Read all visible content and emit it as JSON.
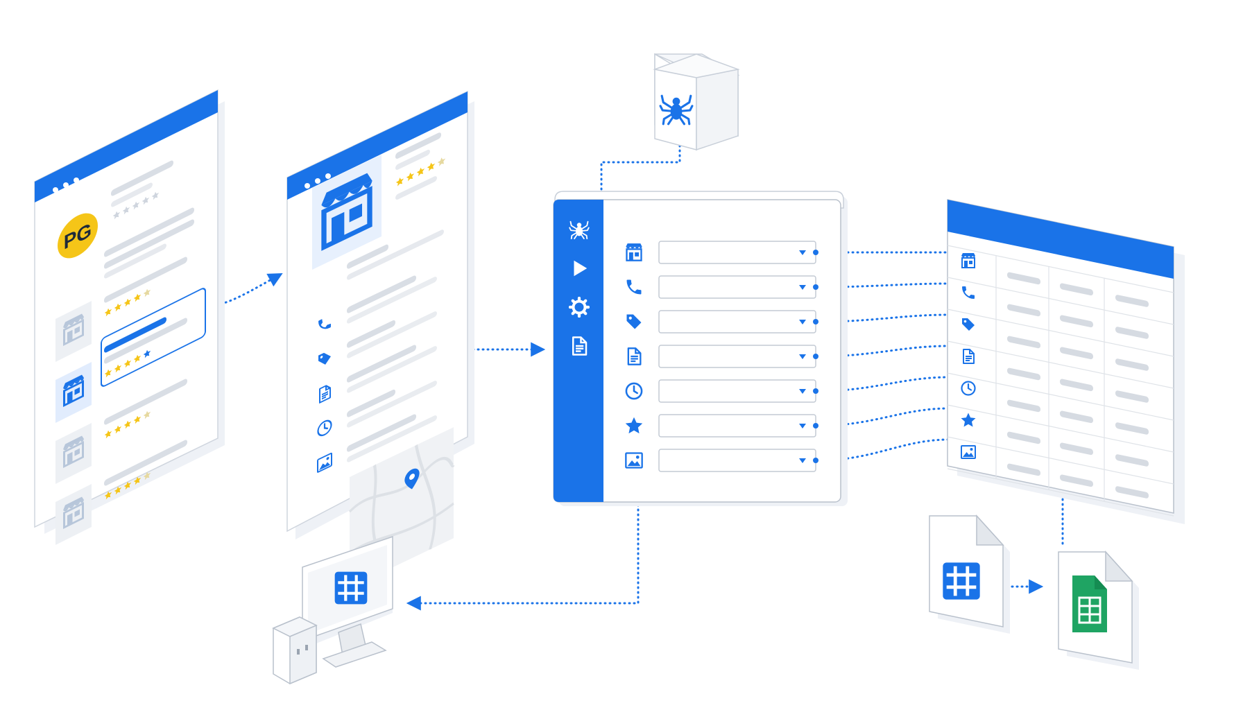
{
  "logo": {
    "text": "PG",
    "color": "#f5c518"
  },
  "colors": {
    "accent": "#1a73e8",
    "ink": "#1e2a3a",
    "placeholder": "#d4d9e0",
    "star": "#f5c518",
    "sheets_green": "#1fa463"
  },
  "listing_window": {
    "rating_stars": [
      0,
      4,
      4,
      4,
      4
    ],
    "items": [
      {
        "icon": "store-icon",
        "highlighted": false
      },
      {
        "icon": "store-icon",
        "highlighted": true,
        "selected": true
      },
      {
        "icon": "store-icon",
        "highlighted": false
      },
      {
        "icon": "store-icon",
        "highlighted": false
      }
    ]
  },
  "detail_window": {
    "hero_icon": "storefront-icon",
    "rating_stars": 4,
    "fields": [
      "phone-icon",
      "tag-icon",
      "document-icon",
      "clock-icon",
      "image-icon"
    ],
    "map_icon": "location-pin-icon"
  },
  "scraper_app": {
    "crawler_icon": "spider-icon",
    "sidebar_icons": [
      "spider-icon",
      "play-icon",
      "gear-icon",
      "document-icon"
    ],
    "fields": [
      "store-icon",
      "phone-icon",
      "tag-icon",
      "document-icon",
      "clock-icon",
      "star-icon",
      "image-icon"
    ]
  },
  "spreadsheet": {
    "row_icons": [
      "store-icon",
      "phone-icon",
      "tag-icon",
      "document-icon",
      "clock-icon",
      "star-icon",
      "image-icon"
    ],
    "columns": 4
  },
  "exports": [
    "table-file-icon",
    "google-sheets-icon"
  ],
  "destination": "desktop-computer-icon"
}
